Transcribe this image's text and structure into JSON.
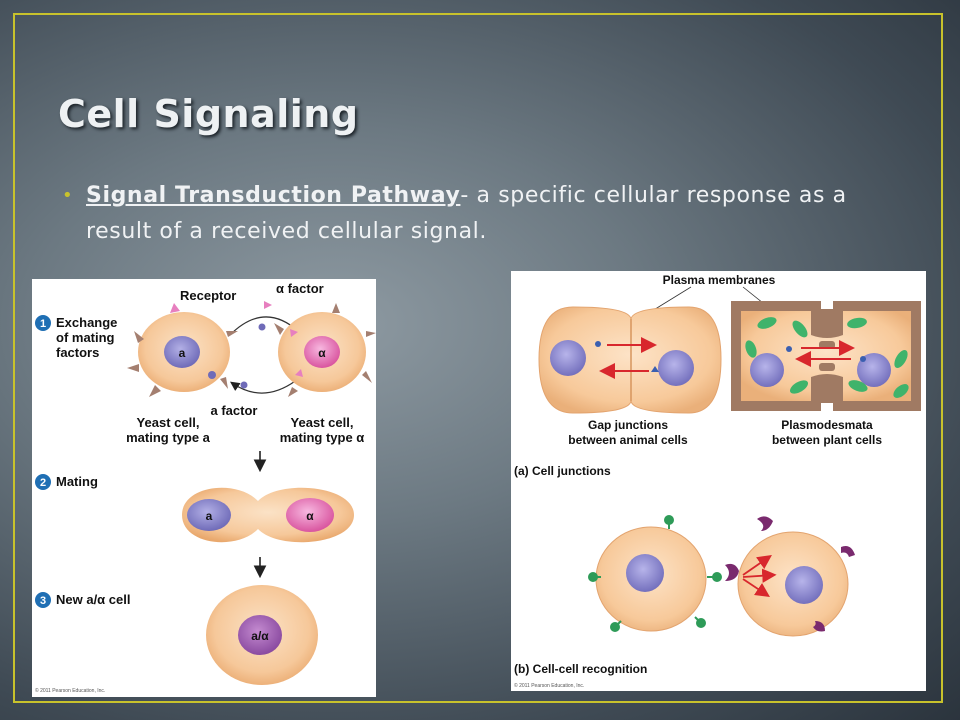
{
  "slide": {
    "title": "Cell Signaling",
    "bullet_term": "Signal Transduction Pathway",
    "bullet_rest": "- a specific cellular response as a result of a received cellular signal."
  },
  "left_figure": {
    "step1_num": "1",
    "step1_label_1": "Exchange",
    "step1_label_2": "of mating",
    "step1_label_3": "factors",
    "receptor_label": "Receptor",
    "alpha_factor_label": "α factor",
    "a_factor_label": "a factor",
    "cell_a_label": "a",
    "cell_alpha_label": "α",
    "yeast_a_1": "Yeast cell,",
    "yeast_a_2": "mating type a",
    "yeast_alpha_1": "Yeast cell,",
    "yeast_alpha_2": "mating type α",
    "step2_num": "2",
    "step2_label": "Mating",
    "mating_a": "a",
    "mating_alpha": "α",
    "step3_num": "3",
    "step3_label": "New a/α cell",
    "new_cell_label": "a/α",
    "copyright": "© 2011 Pearson Education, Inc."
  },
  "right_figure": {
    "plasma_membranes": "Plasma membranes",
    "gap_1": "Gap junctions",
    "gap_2": "between animal cells",
    "plasmo_1": "Plasmodesmata",
    "plasmo_2": "between plant cells",
    "caption_a": "(a) Cell junctions",
    "caption_b": "(b) Cell-cell recognition",
    "copyright": "© 2011 Pearson Education, Inc."
  },
  "colors": {
    "frame": "#c8c22c",
    "cell_fill": "#f6c89a",
    "nucleus": "#8a86c9",
    "alpha_nucleus": "#e77fbf",
    "arrow": "#d8272d",
    "step_badge": "#1f6fb4",
    "plant_wall": "#a07a63",
    "chloroplast": "#3fb36b",
    "receptor_purple": "#7a2a6e",
    "marker_green": "#2e9b58"
  }
}
